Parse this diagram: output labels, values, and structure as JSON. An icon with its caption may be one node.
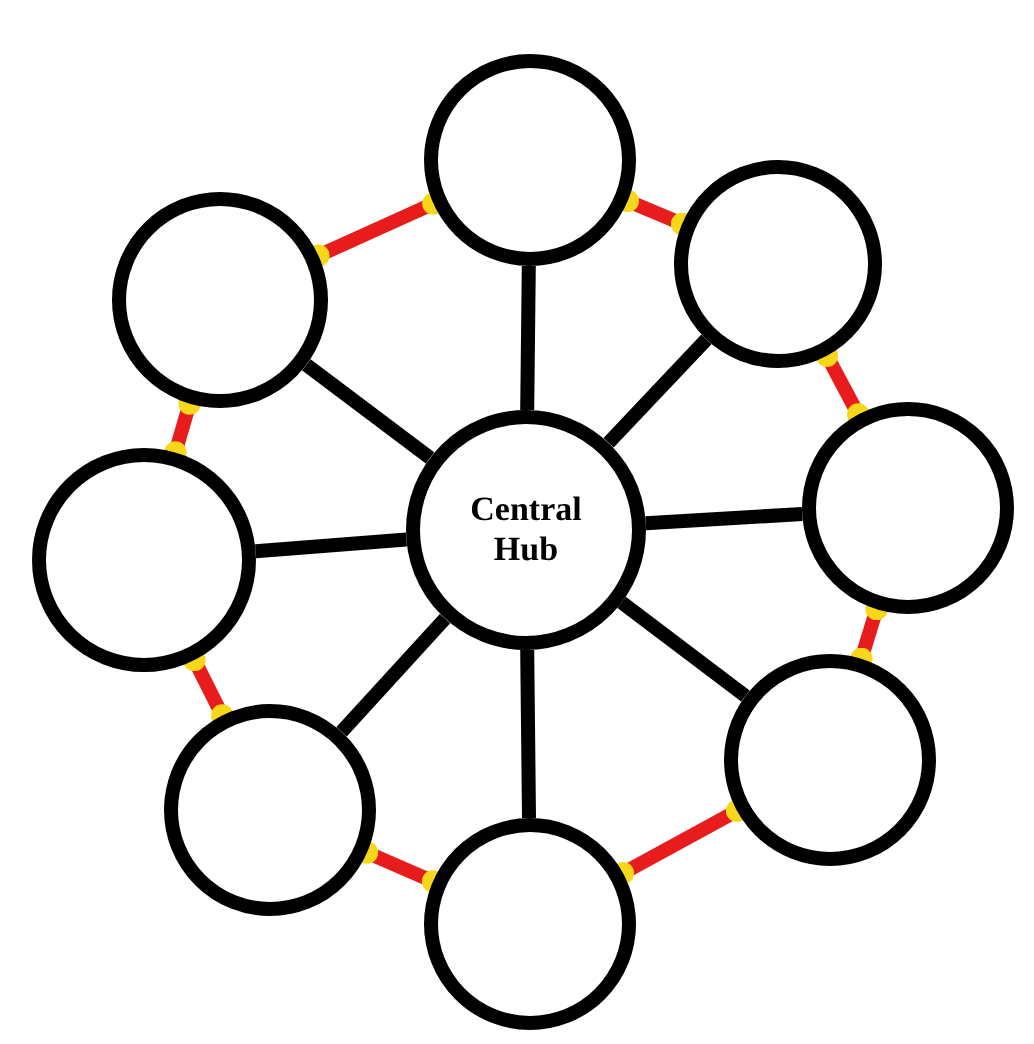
{
  "diagram": {
    "nodes": [
      {
        "text": [
          "Central Hub"
        ]
      },
      {
        "text": [],
        "shape": "circle"
      },
      {
        "text": [],
        "shape": "circle"
      },
      {
        "text": [],
        "shape": "circle"
      },
      {
        "text": [],
        "shape": "circle"
      },
      {
        "text": [],
        "shape": "circle"
      },
      {
        "text": [],
        "shape": "circle"
      },
      {
        "text": [],
        "shape": "circle"
      },
      {
        "text": [],
        "shape": "circle"
      }
    ],
    "edges": [
      {
        "from": 0,
        "to": 1,
        "arrow": "none"
      },
      {
        "from": 0,
        "to": 2,
        "arrow": "none"
      },
      {
        "from": 0,
        "to": 3,
        "arrow": "none"
      },
      {
        "from": 0,
        "to": 4,
        "arrow": "none"
      },
      {
        "from": 0,
        "to": 5,
        "arrow": "none"
      },
      {
        "from": 0,
        "to": 6,
        "arrow": "none"
      },
      {
        "from": 0,
        "to": 7,
        "arrow": "none"
      },
      {
        "from": 0,
        "to": 8,
        "arrow": "none"
      },
      {
        "from": 1,
        "to": 2,
        "arrow": "other",
        "color": "#e81c1c"
      },
      {
        "from": 2,
        "to": 3,
        "arrow": "other",
        "color": "#e81c1c"
      },
      {
        "from": 3,
        "to": 4,
        "arrow": "other",
        "color": "#e81c1c"
      },
      {
        "from": 4,
        "to": 5,
        "arrow": "other",
        "color": "#e81c1c"
      },
      {
        "from": 5,
        "to": 6,
        "arrow": "other",
        "color": "#e81c1c"
      },
      {
        "from": 6,
        "to": 7,
        "arrow": "other",
        "color": "#e81c1c"
      },
      {
        "from": 7,
        "to": 8,
        "arrow": "other",
        "color": "#e81c1c"
      },
      {
        "from": 8,
        "to": 1,
        "arrow": "other",
        "color": "#e81c1c"
      }
    ]
  }
}
